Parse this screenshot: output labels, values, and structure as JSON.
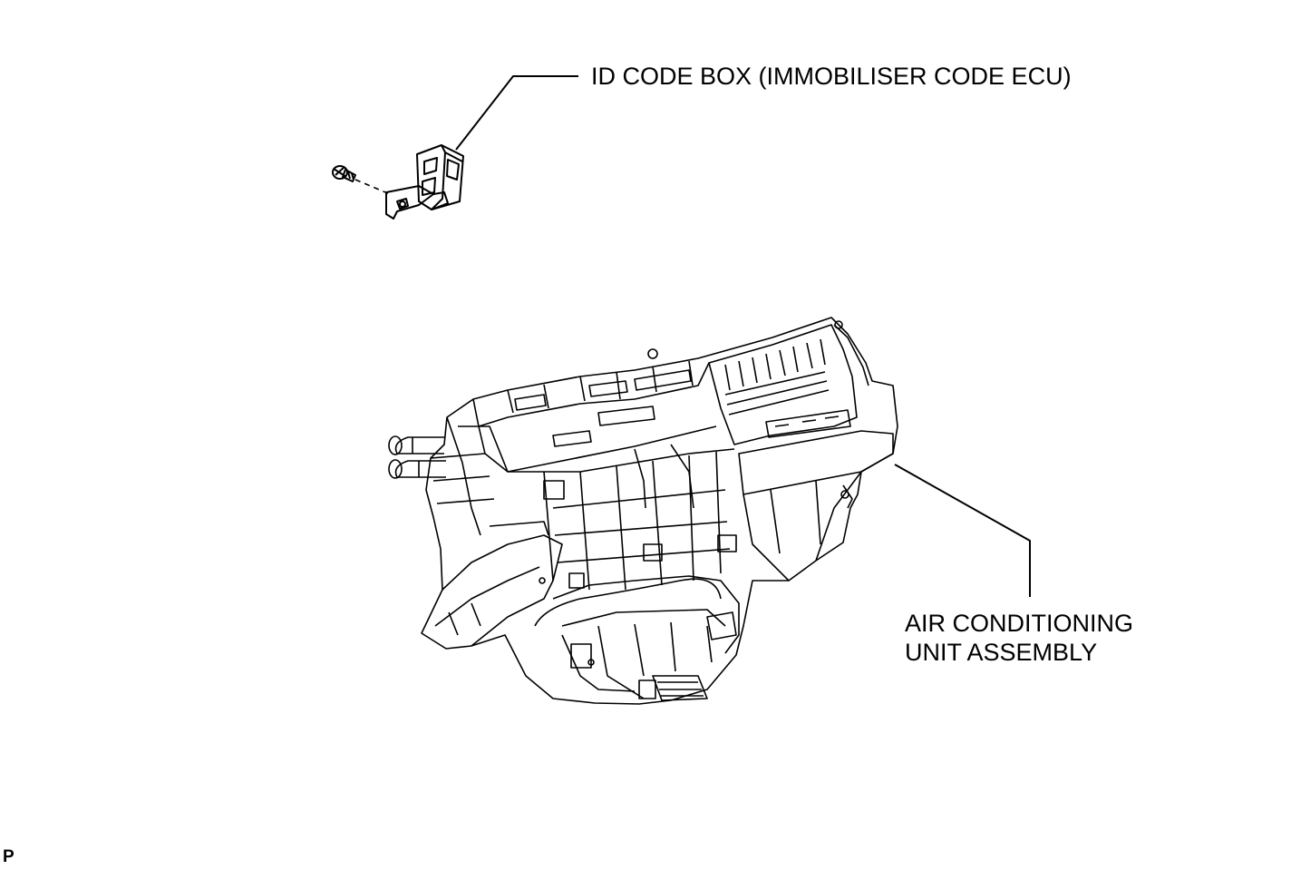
{
  "diagram": {
    "callouts": {
      "id_code_box": "ID CODE BOX (IMMOBILISER CODE ECU)",
      "ac_unit_line1": "AIR CONDITIONING",
      "ac_unit_line2": "UNIT ASSEMBLY"
    },
    "corner_code": "P",
    "colors": {
      "ink": "#000000",
      "background": "#ffffff"
    }
  }
}
